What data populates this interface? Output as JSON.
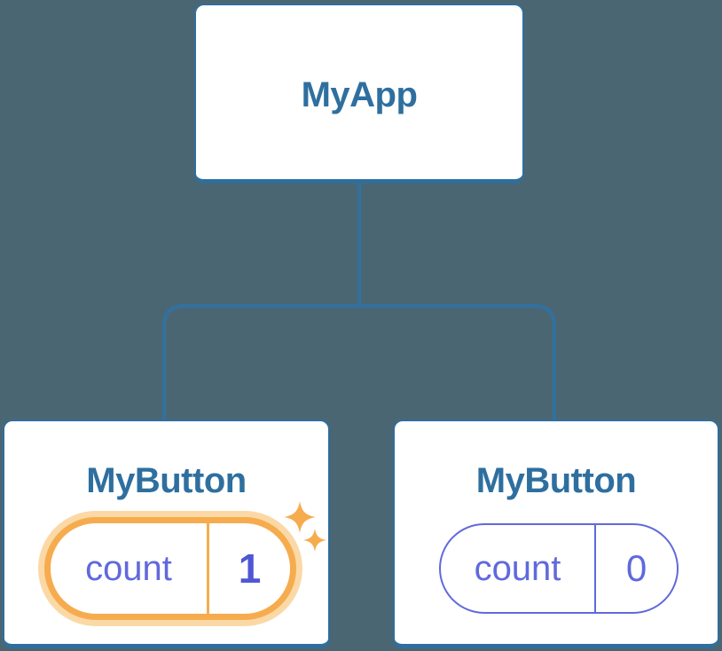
{
  "palette": {
    "background": "#4B6673",
    "node_background": "#FFFFFF",
    "node_border_blue": "#2F6E9D",
    "heading_blue": "#2E6F9F",
    "edge_blue": "#32719F",
    "state_indigo": "#6069DC",
    "state_value_bold_indigo": "#5057D4",
    "highlight_orange": "#F6AC4E",
    "highlight_halo_orange": "#FBD9A6"
  },
  "icons": {
    "sparkle_large": "sparkle-icon",
    "sparkle_small": "sparkle-icon"
  },
  "tree": {
    "root": {
      "label": "MyApp"
    },
    "children": [
      {
        "label": "MyButton",
        "highlighted": true,
        "state": {
          "name": "count",
          "value": "1"
        }
      },
      {
        "label": "MyButton",
        "highlighted": false,
        "state": {
          "name": "count",
          "value": "0"
        }
      }
    ]
  }
}
